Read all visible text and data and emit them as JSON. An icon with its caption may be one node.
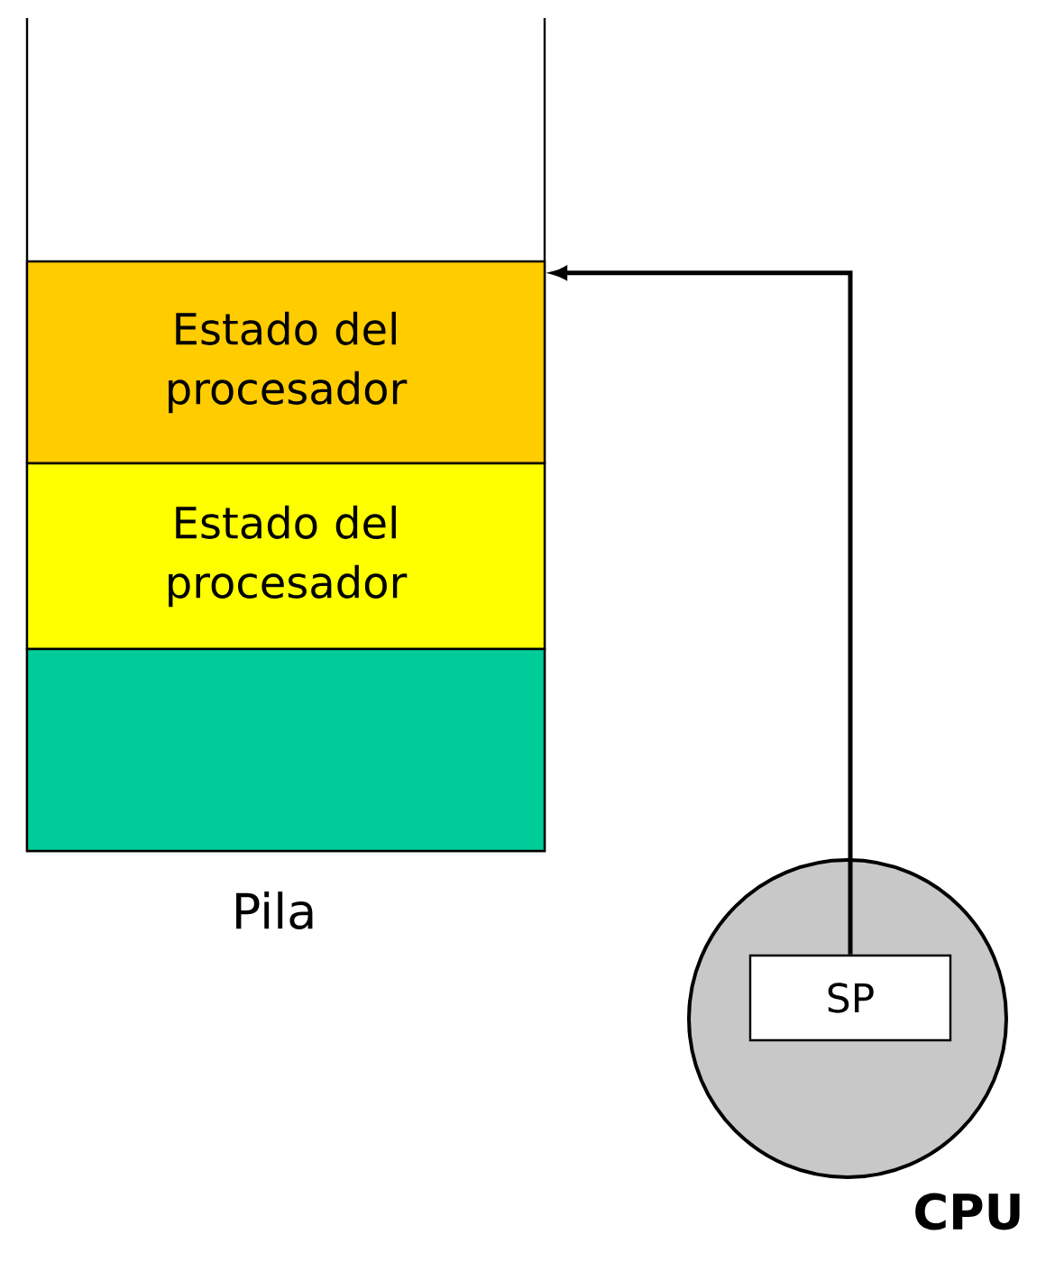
{
  "diagram": {
    "nodes": [
      {
        "text": [],
        "shape": "box",
        "beside": [
          "Pila"
        ]
      },
      {
        "text": [
          "Estado del procesador"
        ],
        "in": 0
      },
      {
        "text": [
          "Estado del procesador"
        ],
        "in": 0
      },
      {
        "text": [],
        "shape": "box",
        "in": 0
      },
      {
        "text": [],
        "shape": "circle",
        "beside": [
          "CPU"
        ]
      },
      {
        "text": [
          "SP"
        ],
        "in": 4
      }
    ],
    "edges": [
      {
        "from": 5,
        "to": 1,
        "arrow": "to"
      }
    ]
  }
}
